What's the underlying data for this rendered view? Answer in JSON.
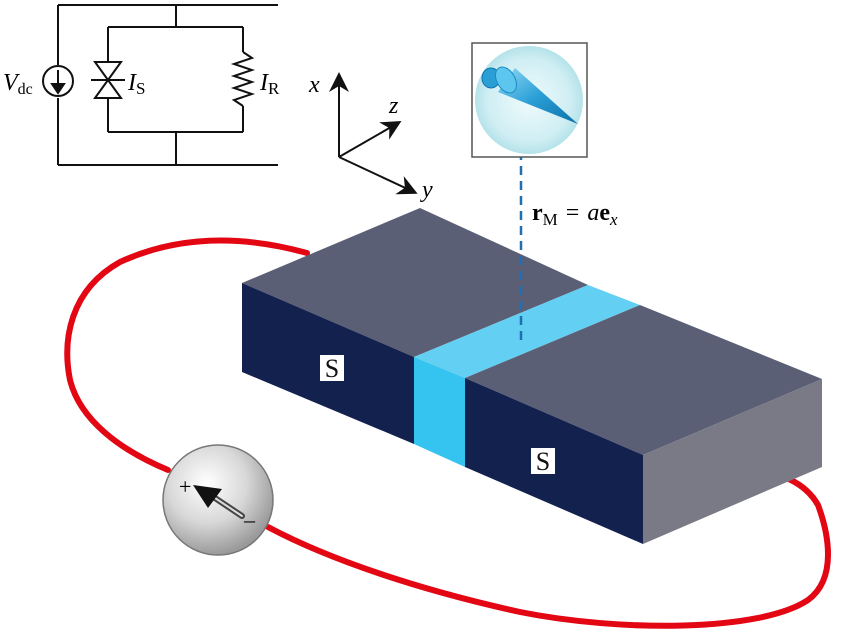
{
  "circuit": {
    "vdc_main": "V",
    "vdc_sub": "dc",
    "is_main": "I",
    "is_sub": "S",
    "ir_main": "I",
    "ir_sub": "R"
  },
  "axes": {
    "x": "x",
    "y": "y",
    "z": "z"
  },
  "block": {
    "left_label": "S",
    "right_label": "S"
  },
  "magnet_position": {
    "r_main": "r",
    "r_sub": "M",
    "equals": "=",
    "a": "a",
    "e_main": "e",
    "e_sub": "x"
  },
  "source": {
    "plus": "+",
    "minus": "–"
  },
  "colors": {
    "superconductor_top": "#5b5f75",
    "superconductor_front": "#13214f",
    "superconductor_side": "#7a7a86",
    "junction": "#35c4ef",
    "junction_top": "#63cff2",
    "wire": "#e30613",
    "dashed_arrow": "#1f6fb2",
    "probe_tip": "#2a9fd6"
  }
}
